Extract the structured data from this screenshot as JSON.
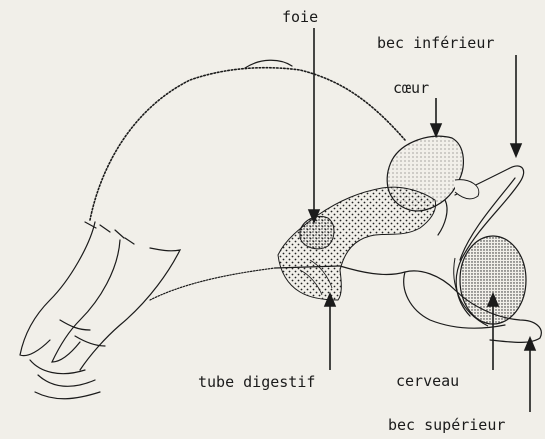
{
  "labels": {
    "foie": "foie",
    "bec_inferieur": "bec inférieur",
    "coeur": "cœur",
    "tube_digestif": "tube digestif",
    "cerveau": "cerveau",
    "bec_superieur": "bec supérieur"
  },
  "colors": {
    "background": "#f1efe9",
    "ink": "#1b1b1b"
  }
}
